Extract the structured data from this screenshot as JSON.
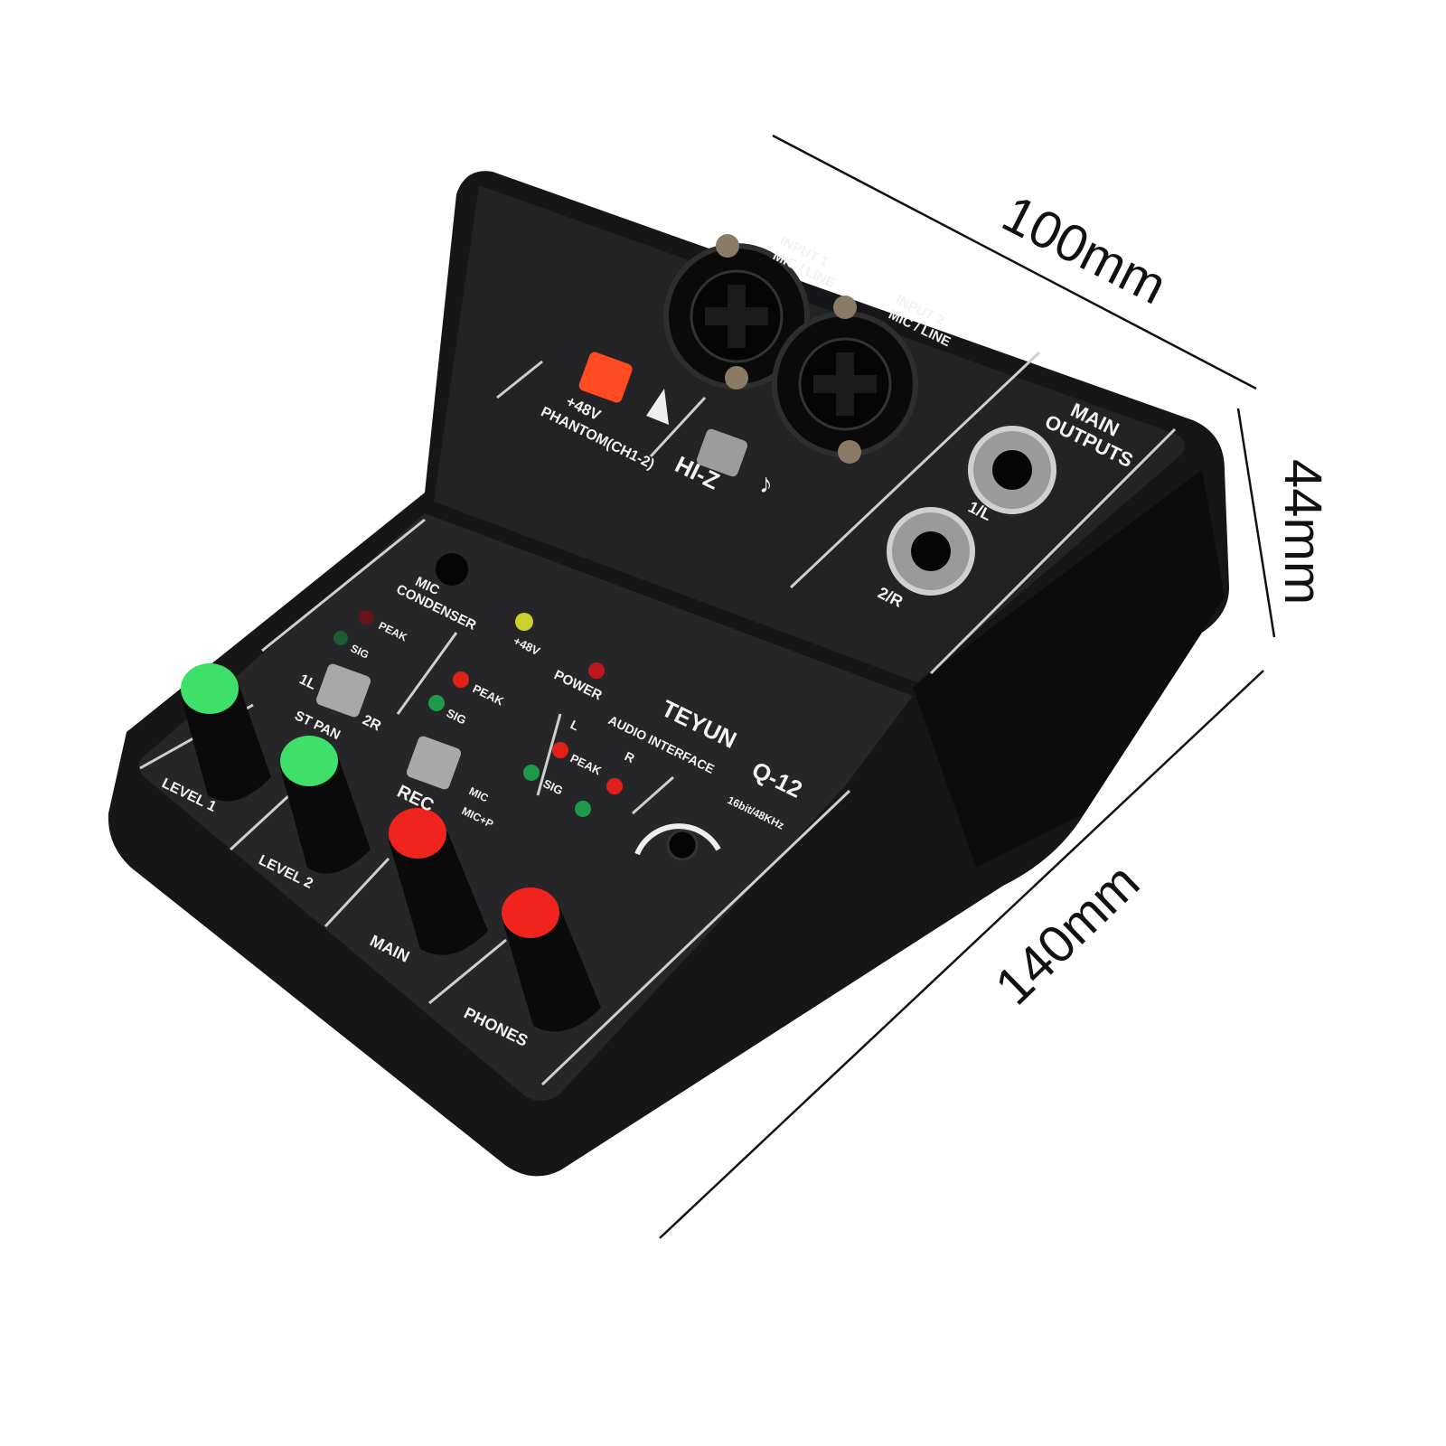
{
  "dimensions": {
    "width": "100mm",
    "height": "44mm",
    "depth": "140mm"
  },
  "device": {
    "brand": "TEYUN",
    "model": "Q-12",
    "subtitle": "AUDIO INTERFACE",
    "spec": "16bit/48KHz",
    "input1": [
      "INPUT 1",
      "MIC / LINE"
    ],
    "input2": [
      "INPUT 2",
      "MIC / LINE"
    ],
    "phantom": [
      "+48V",
      "PHANTOM(CH1-2)"
    ],
    "hiz": "HI-Z",
    "main_outputs": [
      "MAIN",
      "OUTPUTS"
    ],
    "out_1l": "1/L",
    "out_2r": "2/R",
    "mic_condenser": [
      "MIC",
      "CONDENSER"
    ],
    "peak": "PEAK",
    "sig": "SIG",
    "plus48v": "+48V",
    "power": "POWER",
    "left": "L",
    "right": "R",
    "pan_1l": "1L",
    "pan_2r": "2R",
    "st_pan": "ST PAN",
    "rec": "REC",
    "mic": "MIC",
    "mic_p": "MIC+P",
    "level1": "LEVEL 1",
    "level2": "LEVEL 2",
    "main": "MAIN",
    "phones": "PHONES"
  },
  "colors": {
    "body": "#1c1c1e",
    "panel": "#262628",
    "knob_green": "#3ee06a",
    "knob_red": "#f0241c",
    "phantom_button": "#ff4a22",
    "led_red": "#e0201a",
    "led_green": "#1f9a4a",
    "led_yellow": "#c8d22a"
  }
}
